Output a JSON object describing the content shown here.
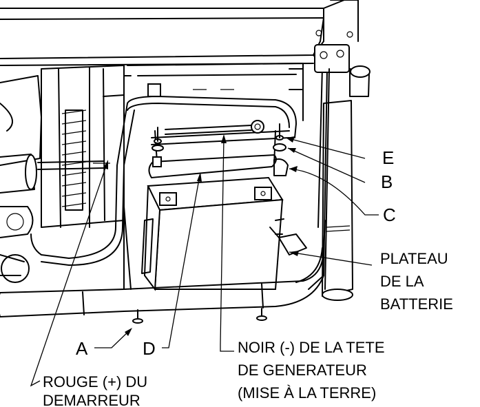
{
  "callouts": {
    "e": "E",
    "b": "B",
    "c": "C",
    "a": "A",
    "d": "D"
  },
  "labels": {
    "plateau_line1": "PLATEAU",
    "plateau_line2": "DE LA",
    "plateau_line3": "BATTERIE",
    "noir_line1": "NOIR (-) DE LA TETE",
    "noir_line2": "DE GENERATEUR",
    "noir_line3": "(MISE À LA TERRE)",
    "rouge_line1": "ROUGE (+) DU",
    "rouge_line2": "DEMARREUR"
  }
}
